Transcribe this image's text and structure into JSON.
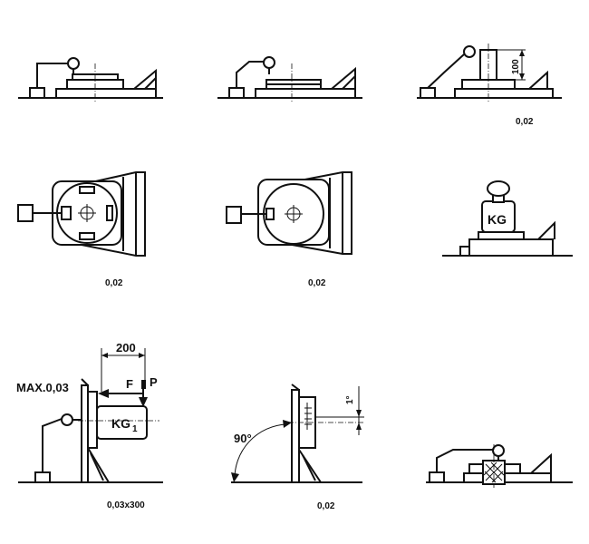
{
  "figures": [
    {
      "id": "fig1",
      "tolerance": ""
    },
    {
      "id": "fig2",
      "tolerance": ""
    },
    {
      "id": "fig3",
      "tolerance": "0,02",
      "height_label": "100"
    },
    {
      "id": "fig4",
      "tolerance": "0,02"
    },
    {
      "id": "fig5",
      "tolerance": "0,02"
    },
    {
      "id": "fig6",
      "tolerance": "",
      "weight_label": "KG"
    },
    {
      "id": "fig7",
      "tolerance": "0,03x300",
      "max_label": "MAX.0,03",
      "distance_label": "200",
      "force_f": "F",
      "force_p": "P",
      "weight_label": "KG",
      "weight_sub": "1"
    },
    {
      "id": "fig8",
      "tolerance": "0,02",
      "angle_label": "90°",
      "tilt_label": "1°"
    },
    {
      "id": "fig9",
      "tolerance": ""
    }
  ]
}
